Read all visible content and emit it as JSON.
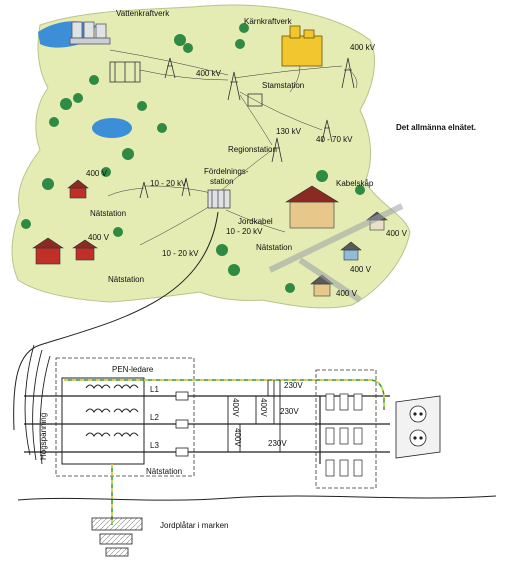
{
  "caption": "Det allmänna elnätet.",
  "map": {
    "labels": {
      "vattenkraftverk": "Vattenkraftverk",
      "karnkraftverk": "Kärnkraftverk",
      "v400_top": "400 kV",
      "v400_mid": "400 kV",
      "stamstation": "Stamstation",
      "v130": "130 kV",
      "v40_70": "40 - 70 kV",
      "regionstation": "Regionstation",
      "fordelningsstation_1": "Fördelnings-",
      "fordelningsstation_2": "station",
      "v10_20_a": "10 - 20 kV",
      "v400_left": "400 V",
      "natstation_left": "Nätstation",
      "v400_farm": "400 V",
      "v10_20_b": "10 - 20 kV",
      "natstation_bottom": "Nätstation",
      "kabelskap": "Kabelskåp",
      "jordkabel": "Jordkabel",
      "v10_20_c": "10 - 20 kV",
      "natstation_center": "Nätstation",
      "v400_r1": "400 V",
      "v400_r2": "400 V",
      "v400_r3": "400 V"
    }
  },
  "schematic": {
    "pen_ledare": "PEN-ledare",
    "hogspanning": "Högspänning",
    "phases": [
      "L1",
      "L2",
      "L3"
    ],
    "v230_top": "230V",
    "v230_mid": "230V",
    "v230_bot": "230V",
    "v400_a": "400V",
    "v400_b": "400V",
    "v400_c": "400V",
    "natstation": "Nätstation",
    "jordplatar": "Jordplåtar i marken"
  },
  "colors": {
    "land": "#e4ecb4",
    "lake": "#3c8fd6",
    "tree": "#2f8a43",
    "house_red": "#c03028",
    "house_yellow": "#e8c88a",
    "plant_yellow": "#f2c62f",
    "pen_green": "#2f9a3a",
    "pen_yellow": "#e8d23a",
    "wire": "#222222"
  }
}
